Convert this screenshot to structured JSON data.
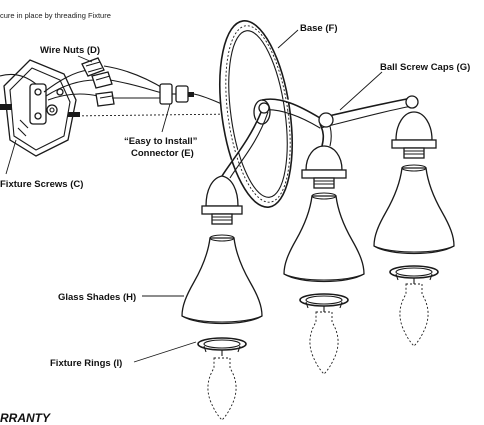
{
  "diagram": {
    "top_text": "cure in place by threading Fixture",
    "labels": {
      "wire_nuts": "Wire Nuts (D)",
      "base": "Base (F)",
      "ball_screw_caps": "Ball Screw Caps (G)",
      "connector_line1": "“Easy to Install”",
      "connector_line2": "Connector (E)",
      "fixture_screws": "Fixture Screws (C)",
      "glass_shades": "Glass Shades (H)",
      "fixture_rings": "Fixture Rings (I)"
    },
    "footer_heading": "RRANTY"
  }
}
